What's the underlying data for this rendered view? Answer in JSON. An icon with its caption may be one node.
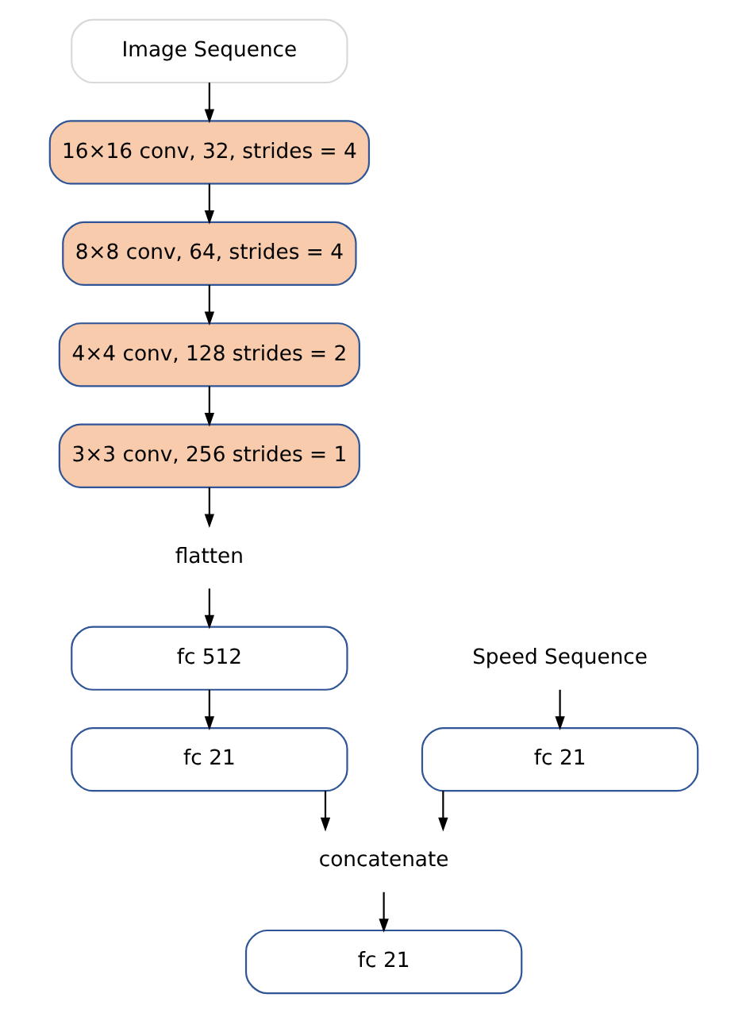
{
  "diagram": {
    "nodes": [
      {
        "text": [
          "Image Sequence"
        ]
      },
      {
        "text": [
          "16×16 conv, 32, strides = 4"
        ]
      },
      {
        "text": [
          "8×8 conv, 64, strides = 4"
        ]
      },
      {
        "text": [
          "4×4 conv, 128 strides = 2"
        ]
      },
      {
        "text": [
          "3×3 conv, 256 strides = 1"
        ]
      },
      {
        "text": [
          "flatten"
        ]
      },
      {
        "text": [
          "fc 512"
        ]
      },
      {
        "text": [
          "fc 21"
        ]
      },
      {
        "text": [
          "Speed Sequence"
        ]
      },
      {
        "text": [
          "fc 21"
        ]
      },
      {
        "text": [
          "concatenate"
        ]
      },
      {
        "text": [
          "fc 21"
        ]
      }
    ],
    "edges": [
      {
        "from": 0,
        "to": 1,
        "arrow": "to"
      },
      {
        "from": 1,
        "to": 2,
        "arrow": "to"
      },
      {
        "from": 2,
        "to": 3,
        "arrow": "to"
      },
      {
        "from": 3,
        "to": 4,
        "arrow": "to"
      },
      {
        "from": 4,
        "to": 5,
        "arrow": "to"
      },
      {
        "from": 5,
        "to": 6,
        "arrow": "to"
      },
      {
        "from": 6,
        "to": 7,
        "arrow": "to"
      },
      {
        "from": 8,
        "to": 9,
        "arrow": "to"
      },
      {
        "from": 7,
        "to": 10,
        "arrow": "to"
      },
      {
        "from": 9,
        "to": 10,
        "arrow": "to"
      },
      {
        "from": 10,
        "to": 11,
        "arrow": "to"
      }
    ]
  }
}
